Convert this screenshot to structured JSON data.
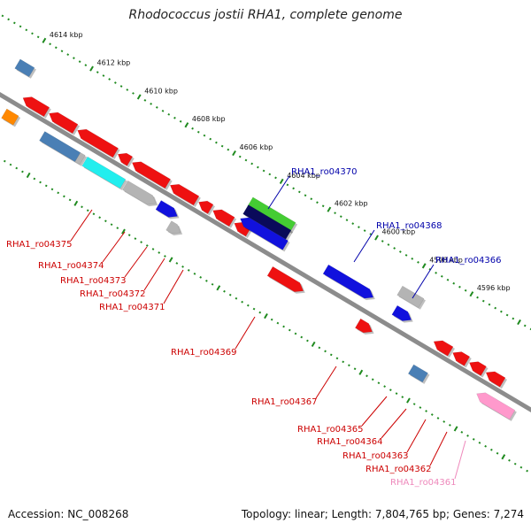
{
  "map": {
    "title": "Rhodococcus jostii RHA1, complete genome",
    "accession": "Accession: NC_008268",
    "summary": "Topology: linear; Length: 7,804,765 bp; Genes: 7,274"
  },
  "ruler": {
    "ticks": [
      {
        "kbp": 4596,
        "label": "4596 kbp"
      },
      {
        "kbp": 4598,
        "label": "4598 kbp"
      },
      {
        "kbp": 4600,
        "label": "4600 kbp"
      },
      {
        "kbp": 4602,
        "label": "4602 kbp"
      },
      {
        "kbp": 4604,
        "label": "4604 kbp"
      },
      {
        "kbp": 4606,
        "label": "4606 kbp"
      },
      {
        "kbp": 4608,
        "label": "4608 kbp"
      },
      {
        "kbp": 4610,
        "label": "4610 kbp"
      },
      {
        "kbp": 4612,
        "label": "4612 kbp"
      },
      {
        "kbp": 4614,
        "label": "4614 kbp"
      }
    ]
  },
  "colors": {
    "backbone": "#8c8c8c",
    "tick": "#1f8a1f",
    "feature_red": "#ee1111",
    "feature_blue": "#1111dd",
    "feature_navy": "#0a0a5a",
    "feature_green": "#44cc33",
    "feature_gray": "#b4b4b4",
    "feature_steel": "#4a7fb5",
    "feature_cyan": "#22eeee",
    "feature_orange": "#ff8800",
    "feature_pink": "#ff99cc",
    "label_red": "#cc0000",
    "label_blue": "#0000aa",
    "label_pink": "#ee88bb"
  },
  "gene_labels": [
    {
      "text": "RHA1_ro04370",
      "color": "blue"
    },
    {
      "text": "RHA1_ro04368",
      "color": "blue"
    },
    {
      "text": "RHA1_ro04366",
      "color": "blue"
    },
    {
      "text": "RHA1_ro04375",
      "color": "red"
    },
    {
      "text": "RHA1_ro04374",
      "color": "red"
    },
    {
      "text": "RHA1_ro04373",
      "color": "red"
    },
    {
      "text": "RHA1_ro04372",
      "color": "red"
    },
    {
      "text": "RHA1_ro04371",
      "color": "red"
    },
    {
      "text": "RHA1_ro04369",
      "color": "red"
    },
    {
      "text": "RHA1_ro04367",
      "color": "red"
    },
    {
      "text": "RHA1_ro04365",
      "color": "red"
    },
    {
      "text": "RHA1_ro04364",
      "color": "red"
    },
    {
      "text": "RHA1_ro04363",
      "color": "red"
    },
    {
      "text": "RHA1_ro04362",
      "color": "red"
    },
    {
      "text": "RHA1_ro04361",
      "color": "pink"
    }
  ],
  "features": [
    {
      "name": "upper-strand-gene",
      "lane": "top-outer",
      "start_kbp": 4614.4,
      "end_kbp": 4613.8,
      "color": "steel",
      "strand": "none"
    },
    {
      "name": "upper-strand-gene",
      "lane": "top-inner",
      "start_kbp": 4613.6,
      "end_kbp": 4612.6,
      "color": "red",
      "strand": "rev"
    },
    {
      "name": "upper-strand-gene",
      "lane": "top-inner",
      "start_kbp": 4612.5,
      "end_kbp": 4611.4,
      "color": "red",
      "strand": "rev"
    },
    {
      "name": "upper-strand-gene",
      "lane": "top-inner",
      "start_kbp": 4611.3,
      "end_kbp": 4609.7,
      "color": "red",
      "strand": "rev"
    },
    {
      "name": "upper-strand-gene",
      "lane": "top-inner",
      "start_kbp": 4609.6,
      "end_kbp": 4609.1,
      "color": "red",
      "strand": "rev"
    },
    {
      "name": "upper-strand-gene",
      "lane": "top-inner",
      "start_kbp": 4609.0,
      "end_kbp": 4607.5,
      "color": "red",
      "strand": "rev"
    },
    {
      "name": "upper-strand-gene",
      "lane": "top-inner",
      "start_kbp": 4607.4,
      "end_kbp": 4606.3,
      "color": "red",
      "strand": "rev"
    },
    {
      "name": "upper-strand-gene",
      "lane": "top-inner",
      "start_kbp": 4606.2,
      "end_kbp": 4605.7,
      "color": "red",
      "strand": "rev"
    },
    {
      "name": "upper-strand-gene",
      "lane": "top-inner",
      "start_kbp": 4605.6,
      "end_kbp": 4604.8,
      "color": "red",
      "strand": "rev"
    },
    {
      "name": "upper-strand-gene",
      "lane": "top-inner",
      "start_kbp": 4604.7,
      "end_kbp": 4604.1,
      "color": "red",
      "strand": "rev"
    },
    {
      "name": "lower-strand-gene",
      "lane": "bottom-1",
      "start_kbp": 4613.9,
      "end_kbp": 4613.4,
      "color": "orange",
      "strand": "none"
    },
    {
      "name": "lower-strand-gene",
      "lane": "bottom-1",
      "start_kbp": 4612.3,
      "end_kbp": 4610.8,
      "color": "steel",
      "strand": "none"
    },
    {
      "name": "lower-strand-gene",
      "lane": "bottom-1",
      "start_kbp": 4610.8,
      "end_kbp": 4610.6,
      "color": "gray",
      "strand": "none"
    },
    {
      "name": "lower-strand-gene",
      "lane": "bottom-1",
      "start_kbp": 4610.5,
      "end_kbp": 4608.9,
      "color": "cyan",
      "strand": "none"
    },
    {
      "name": "lower-strand-gene",
      "lane": "bottom-1",
      "start_kbp": 4608.8,
      "end_kbp": 4607.5,
      "color": "gray",
      "strand": "fwd"
    },
    {
      "name": "lower-strand-gene",
      "lane": "bottom-1",
      "start_kbp": 4607.4,
      "end_kbp": 4606.6,
      "color": "blue",
      "strand": "fwd"
    },
    {
      "name": "lower-strand-gene",
      "lane": "bottom-2",
      "start_kbp": 4606.7,
      "end_kbp": 4606.2,
      "color": "gray",
      "strand": "fwd"
    },
    {
      "name": "gene-ro04370",
      "lane": "top-outer",
      "start_kbp": 4604.6,
      "end_kbp": 4602.8,
      "color": "green",
      "strand": "none"
    },
    {
      "name": "gene-ro04370-hit",
      "lane": "top-mid",
      "start_kbp": 4604.6,
      "end_kbp": 4602.8,
      "color": "navy",
      "strand": "none"
    },
    {
      "name": "gene-ro04368",
      "lane": "top-mid2",
      "start_kbp": 4604.6,
      "end_kbp": 4602.7,
      "color": "blue",
      "strand": "rev"
    },
    {
      "name": "gene-ro04369",
      "lane": "bottom-1",
      "start_kbp": 4602.7,
      "end_kbp": 4601.3,
      "color": "red",
      "strand": "fwd"
    },
    {
      "name": "gene-ro04367",
      "lane": "top-mid2",
      "start_kbp": 4601.0,
      "end_kbp": 4599.0,
      "color": "blue",
      "strand": "fwd"
    },
    {
      "name": "gene-ro04366-hit",
      "lane": "top-outer",
      "start_kbp": 4598.3,
      "end_kbp": 4597.4,
      "color": "gray",
      "strand": "none"
    },
    {
      "name": "gene-ro04366",
      "lane": "top-mid2",
      "start_kbp": 4598.1,
      "end_kbp": 4597.4,
      "color": "blue",
      "strand": "fwd"
    },
    {
      "name": "gene-ro04365",
      "lane": "bottom-1",
      "start_kbp": 4599.0,
      "end_kbp": 4598.4,
      "color": "red",
      "strand": "fwd"
    },
    {
      "name": "gene-ro04364",
      "lane": "bottom-2",
      "start_kbp": 4596.5,
      "end_kbp": 4595.9,
      "color": "steel",
      "strand": "none"
    },
    {
      "name": "gene-ro04363",
      "lane": "top-inner",
      "start_kbp": 4596.3,
      "end_kbp": 4595.6,
      "color": "red",
      "strand": "rev"
    },
    {
      "name": "gene-ro04362",
      "lane": "top-inner",
      "start_kbp": 4595.5,
      "end_kbp": 4594.9,
      "color": "red",
      "strand": "rev"
    },
    {
      "name": "gene-ro04362b",
      "lane": "top-inner",
      "start_kbp": 4594.8,
      "end_kbp": 4594.2,
      "color": "red",
      "strand": "rev"
    },
    {
      "name": "gene-ro04362c",
      "lane": "top-inner",
      "start_kbp": 4594.1,
      "end_kbp": 4593.4,
      "color": "red",
      "strand": "rev"
    },
    {
      "name": "gene-ro04361",
      "lane": "bottom-1",
      "start_kbp": 4594.0,
      "end_kbp": 4592.5,
      "color": "pink",
      "strand": "rev"
    }
  ]
}
